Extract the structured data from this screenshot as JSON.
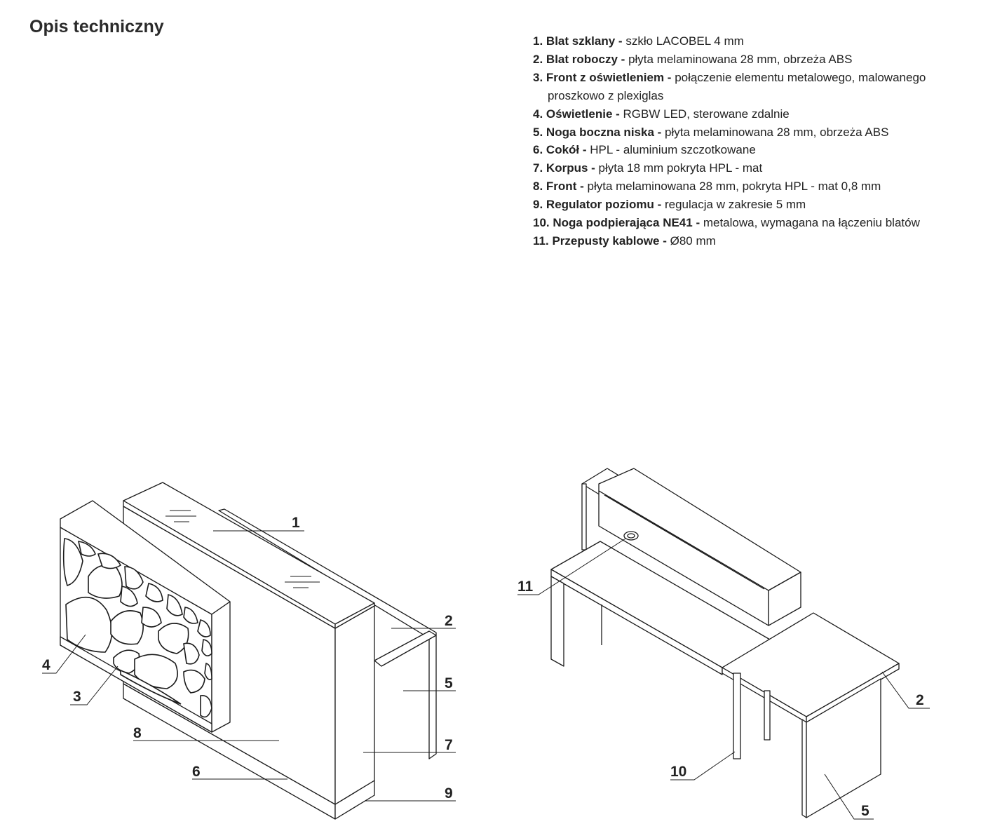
{
  "title": "Opis techniczny",
  "specs": [
    {
      "num": "1.",
      "name": "Blat szklany -",
      "desc": "szkło LACOBEL 4 mm"
    },
    {
      "num": "2.",
      "name": "Blat roboczy -",
      "desc": "płyta melaminowana 28 mm, obrzeża ABS"
    },
    {
      "num": "3.",
      "name": "Front z oświetleniem -",
      "desc": "połączenie elementu metalowego, malowanego proszkowo z plexiglas"
    },
    {
      "num": "4.",
      "name": "Oświetlenie -",
      "desc": "RGBW LED, sterowane zdalnie"
    },
    {
      "num": "5.",
      "name": "Noga boczna niska -",
      "desc": "płyta melaminowana 28 mm, obrzeża ABS"
    },
    {
      "num": "6.",
      "name": "Cokół -",
      "desc": "HPL - aluminium szczotkowane"
    },
    {
      "num": "7.",
      "name": "Korpus -",
      "desc": "płyta 18 mm pokryta HPL - mat"
    },
    {
      "num": "8.",
      "name": "Front -",
      "desc": "płyta melaminowana 28 mm, pokryta HPL - mat 0,8 mm"
    },
    {
      "num": "9.",
      "name": "Regulator poziomu -",
      "desc": "regulacja w zakresie 5 mm"
    },
    {
      "num": "10.",
      "name": "Noga podpierająca NE41 -",
      "desc": "metalowa, wymagana na łączeniu blatów"
    },
    {
      "num": "11.",
      "name": "Przepusty kablowe -",
      "desc": "Ø80 mm"
    }
  ],
  "callouts": {
    "left": [
      "1",
      "2",
      "3",
      "4",
      "5",
      "6",
      "7",
      "8",
      "9"
    ],
    "right": [
      "11",
      "2",
      "10",
      "5"
    ]
  }
}
